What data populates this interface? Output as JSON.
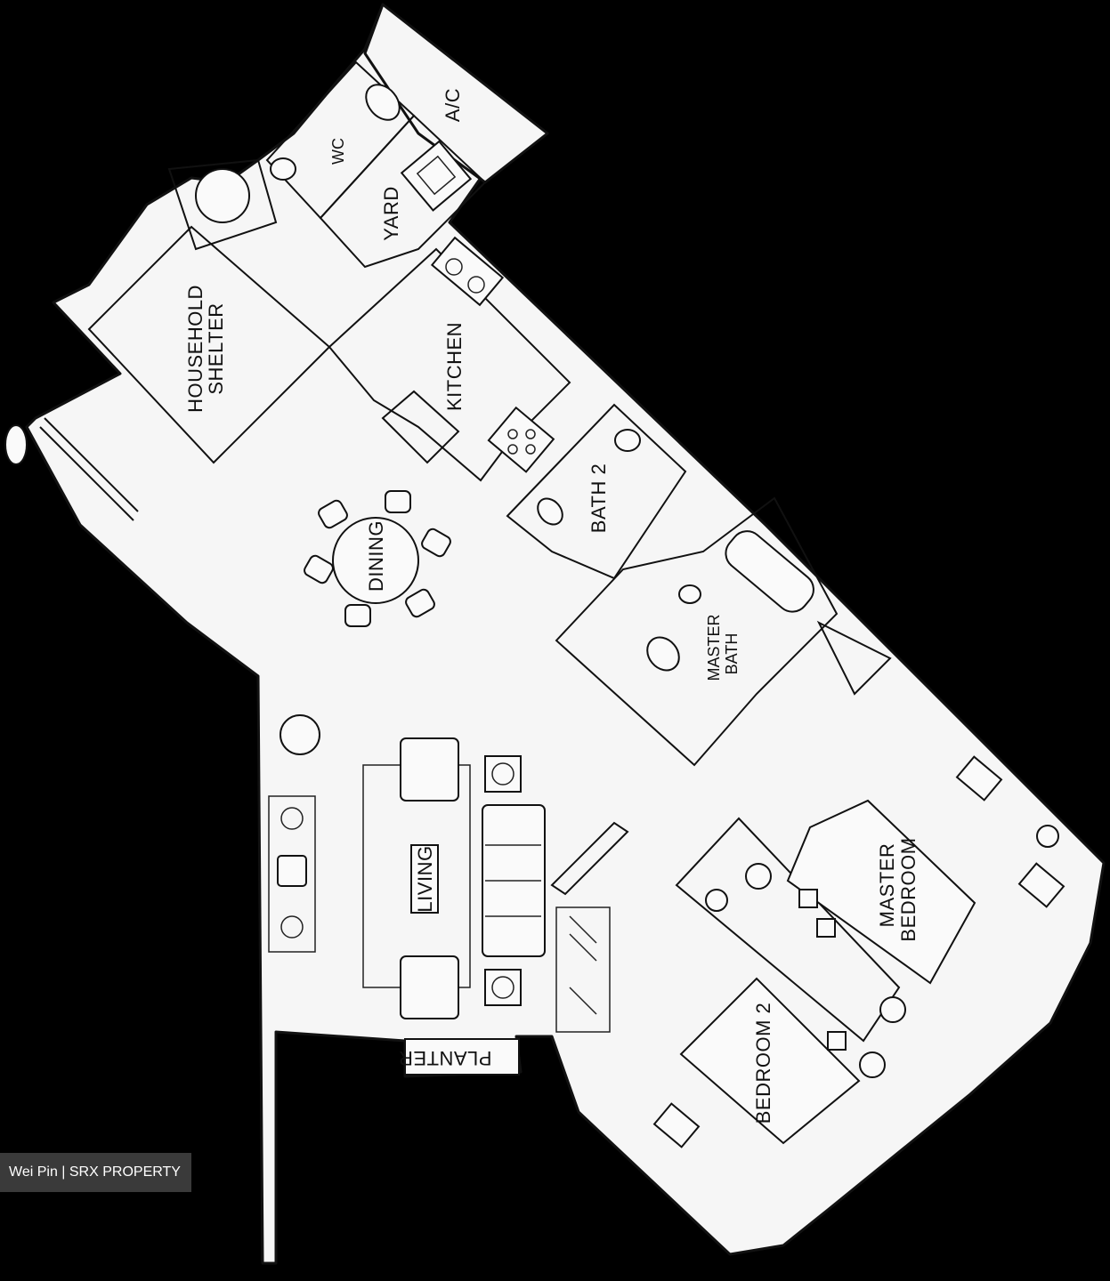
{
  "rooms": {
    "ac": "A/C",
    "wc": "WC",
    "yard": "YARD",
    "household_shelter_line1": "HOUSEHOLD",
    "household_shelter_line2": "SHELTER",
    "kitchen": "KITCHEN",
    "bath2": "BATH 2",
    "dining": "DINING",
    "master_bath_line1": "MASTER",
    "master_bath_line2": "BATH",
    "living": "LIVING",
    "master_bedroom_line1": "MASTER",
    "master_bedroom_line2": "BEDROOM",
    "bedroom2": "BEDROOM 2",
    "planter": "PLANTER"
  },
  "watermark": "Wei Pin | SRX PROPERTY"
}
